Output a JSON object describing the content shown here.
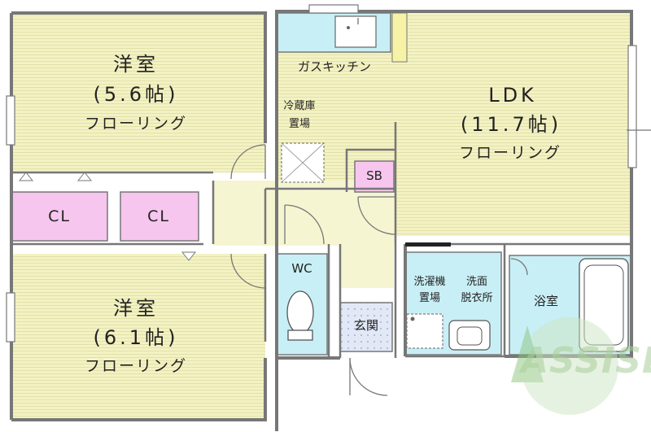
{
  "rooms": {
    "western_1": {
      "name": "洋室",
      "size": "(5.6帖)",
      "floor": "フローリング"
    },
    "western_2": {
      "name": "洋室",
      "size": "(6.1帖)",
      "floor": "フローリング"
    },
    "ldk": {
      "name": "LDK",
      "size": "(11.7帖)",
      "floor": "フローリング"
    },
    "kitchen": "ガスキッチン",
    "fridge_line1": "冷蔵庫",
    "fridge_line2": "置場",
    "shoe_box": "SB",
    "closet_1": "CL",
    "closet_2": "CL",
    "wc": "WC",
    "entrance": "玄関",
    "laundry_line1": "洗濯機",
    "laundry_line2": "置場",
    "washroom_line1": "洗面",
    "washroom_line2": "脱衣所",
    "bath": "浴室"
  },
  "logo": {
    "text": "ASSISE"
  },
  "colors": {
    "floor": "#f3f2c4",
    "hall": "#f6f5d2",
    "closet": "#f6c6ee",
    "water": "#c8eff5",
    "entrance": "#e3e8f6",
    "wall": "#777777",
    "logo": "#a9cf9b"
  }
}
